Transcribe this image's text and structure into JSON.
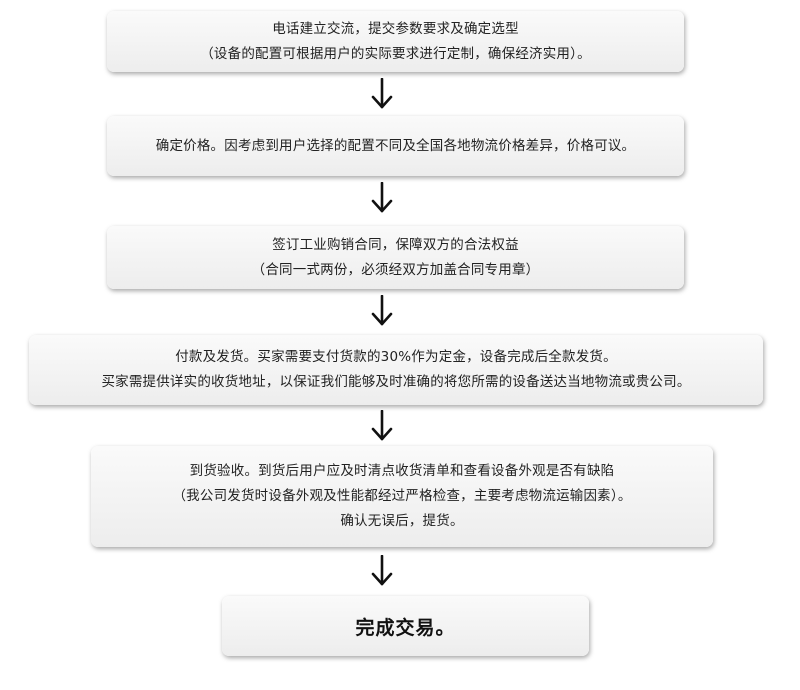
{
  "steps": [
    {
      "lines": [
        "电话建立交流，提交参数要求及确定选型",
        "（设备的配置可根据用户的实际要求进行定制，确保经济实用）。"
      ]
    },
    {
      "lines": [
        "确定价格。因考虑到用户选择的配置不同及全国各地物流价格差异，价格可议。"
      ]
    },
    {
      "lines": [
        "签订工业购销合同，保障双方的合法权益",
        "（合同一式两份，必须经双方加盖合同专用章）"
      ]
    },
    {
      "lines": [
        "付款及发货。买家需要支付货款的30%作为定金，设备完成后全款发货。",
        "买家需提供详实的收货地址，以保证我们能够及时准确的将您所需的设备送达当地物流或贵公司。"
      ]
    },
    {
      "lines": [
        "到货验收。到货后用户应及时清点收货清单和查看设备外观是否有缺陷",
        "（我公司发货时设备外观及性能都经过严格检查，主要考虑物流运输因素）。",
        "确认无误后，提货。"
      ]
    },
    {
      "lines": [
        "完成交易。"
      ]
    }
  ]
}
